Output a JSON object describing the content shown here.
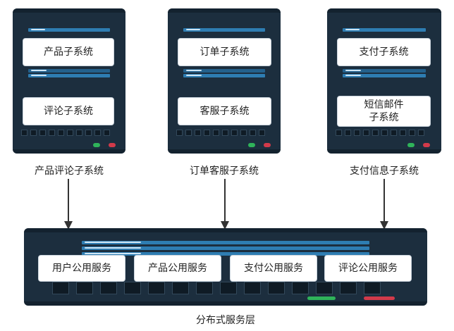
{
  "subsystems": [
    {
      "name": "产品评论子系统",
      "modules": [
        "产品子系统",
        "评论子系统"
      ]
    },
    {
      "name": "订单客服子系统",
      "modules": [
        "订单子系统",
        "客服子系统"
      ]
    },
    {
      "name": "支付信息子系统",
      "modules": [
        "支付子系统",
        "短信邮件\n子系统"
      ]
    }
  ],
  "service_layer": {
    "name": "分布式服务层",
    "services": [
      "用户公用服务",
      "产品公用服务",
      "支付公用服务",
      "评论公用服务"
    ]
  },
  "colors": {
    "server_body": "#1c2e3e",
    "stripe": "#2e7db2",
    "led_green": "#2fb35a",
    "led_red": "#d23a4a",
    "arrow": "#333333"
  }
}
